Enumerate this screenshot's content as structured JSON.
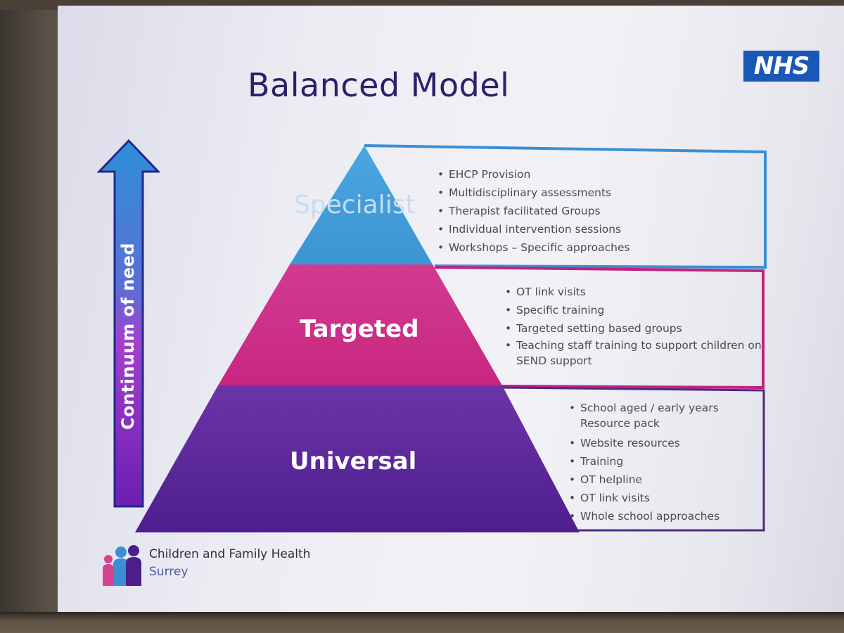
{
  "slide": {
    "title": "Balanced Model",
    "logo_text": "NHS"
  },
  "axis": {
    "label": "Continuum of need"
  },
  "tiers": [
    {
      "label": "Specialist",
      "color": "#3e9ad6",
      "items": [
        "EHCP Provision",
        "Multidisciplinary assessments",
        "Therapist facilitated Groups",
        "Individual intervention sessions",
        "Workshops – Specific approaches"
      ]
    },
    {
      "label": "Targeted",
      "color": "#cf2e8a",
      "items": [
        "OT link visits",
        "Specific training",
        "Targeted setting based groups",
        "Teaching staff training to support children on SEND support"
      ]
    },
    {
      "label": "Universal",
      "color": "#5a2a99",
      "items": [
        "School aged / early years Resource pack",
        "Website resources",
        "Training",
        "OT helpline",
        "OT link visits",
        "Whole school approaches"
      ]
    }
  ],
  "footer": {
    "org_name": "Children and Family Health",
    "region": "Surrey"
  },
  "colors": {
    "title": "#2c1f6b",
    "nhs_blue": "#1b57b7",
    "specialist_box": "#3a8fd4",
    "targeted_box": "#c0237d",
    "universal_box": "#4b2a8a"
  }
}
